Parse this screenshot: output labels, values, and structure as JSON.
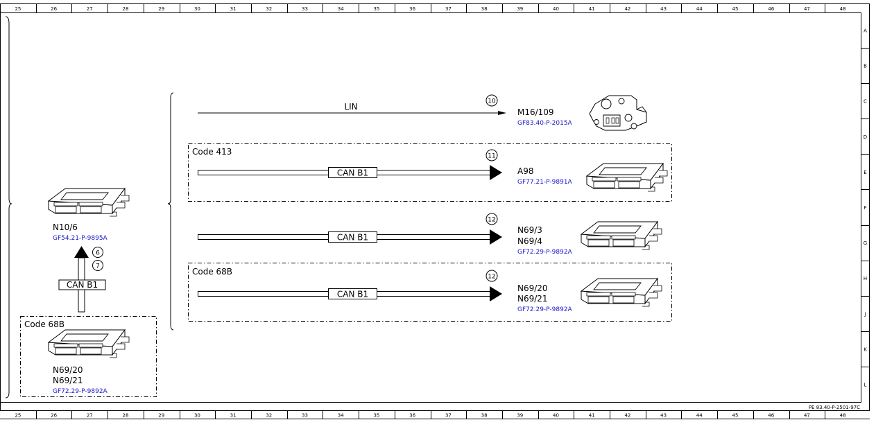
{
  "frame": {
    "columns": [
      "25",
      "26",
      "27",
      "28",
      "29",
      "30",
      "31",
      "32",
      "33",
      "34",
      "35",
      "36",
      "37",
      "38",
      "39",
      "40",
      "41",
      "42",
      "43",
      "44",
      "45",
      "46",
      "47",
      "48"
    ],
    "rows": [
      "A",
      "B",
      "C",
      "D",
      "E",
      "F",
      "G",
      "H",
      "J",
      "K",
      "L"
    ],
    "sheet_ref": "PE 83.40-P-2501-97C"
  },
  "source": {
    "module_name": "N10/6",
    "module_ref": "GF54.21-P-9895A",
    "bus_label": "CAN B1",
    "markers": [
      "6",
      "7"
    ],
    "code_box": {
      "code": "Code 68B",
      "module_lines": [
        "N69/20",
        "N69/21"
      ],
      "module_ref": "GF72.29-P-9892A"
    }
  },
  "links": [
    {
      "bus": "LIN",
      "marker": "10",
      "code": "",
      "module_lines": [
        "M16/109"
      ],
      "module_ref": "GF83.40-P-2015A"
    },
    {
      "bus": "CAN B1",
      "marker": "11",
      "code": "Code 413",
      "module_lines": [
        "A98"
      ],
      "module_ref": "GF77.21-P-9891A"
    },
    {
      "bus": "CAN B1",
      "marker": "12",
      "code": "",
      "module_lines": [
        "N69/3",
        "N69/4"
      ],
      "module_ref": "GF72.29-P-9892A"
    },
    {
      "bus": "CAN B1",
      "marker": "12",
      "code": "Code 68B",
      "module_lines": [
        "N69/20",
        "N69/21"
      ],
      "module_ref": "GF72.29-P-9892A"
    }
  ],
  "colors": {
    "line": "#000000",
    "reference_link": "#1a1acc",
    "background": "#ffffff"
  }
}
